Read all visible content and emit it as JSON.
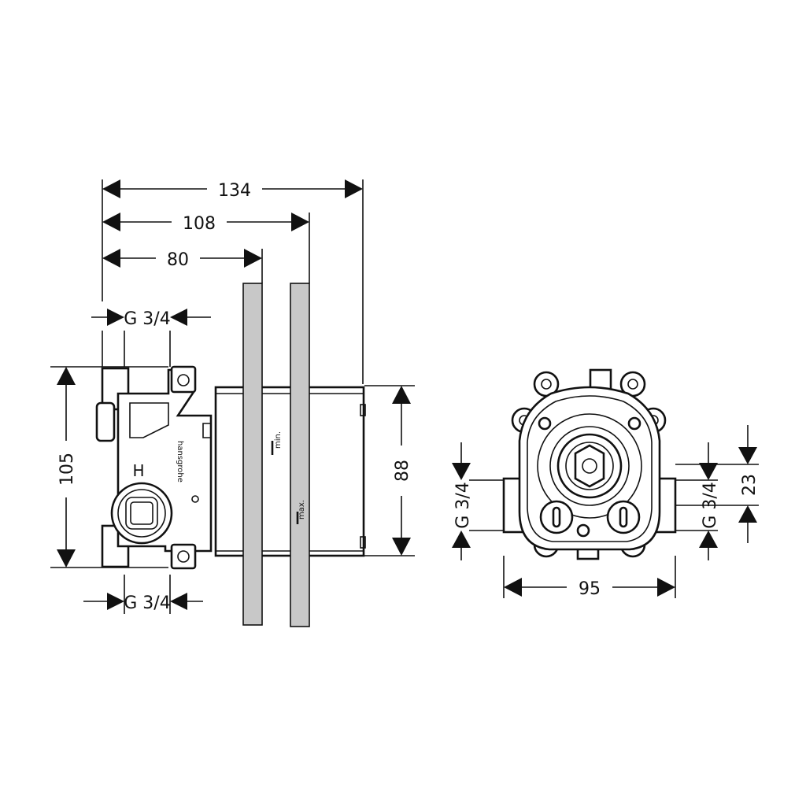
{
  "side_view": {
    "dim_total": "134",
    "dim_mid": "108",
    "dim_short": "80",
    "thread_top": "G 3/4",
    "thread_bottom": "G 3/4",
    "dim_height": "105",
    "dim_sleeve": "88",
    "label_min": "min.",
    "label_max": "max.",
    "brand": "hansgrohe",
    "hot_mark": "H"
  },
  "front_view": {
    "thread_left": "G 3/4",
    "thread_right": "G 3/4",
    "dim_offset": "23",
    "dim_width": "95"
  }
}
